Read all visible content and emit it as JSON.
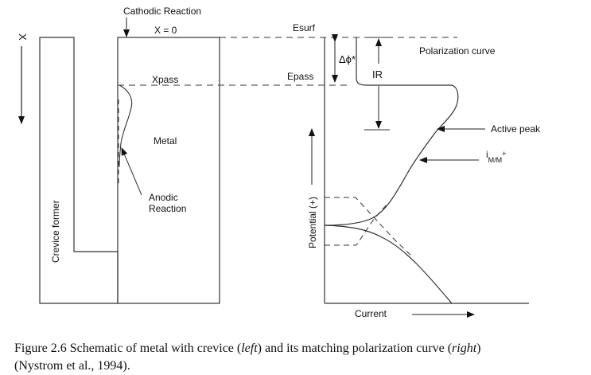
{
  "figure": {
    "left_panel": {
      "x_axis_label": "X",
      "cathodic_reaction": "Cathodic Reaction",
      "x_zero": "X = 0",
      "xpass": "Xpass",
      "metal": "Metal",
      "anodic_reaction_line1": "Anodic",
      "anodic_reaction_line2": "Reaction",
      "crevice_former": "Crevice former"
    },
    "right_panel": {
      "esurf": "Esurf",
      "epass": "Epass",
      "delta_phi": "Δϕ*",
      "ir": "IR",
      "polarization_curve": "Polarization curve",
      "active_peak": "Active peak",
      "i_label_main": "i",
      "i_label_sub": "M/M",
      "i_label_sup": "+",
      "y_axis_label": "Potential (+)",
      "x_axis_label": "Current"
    }
  },
  "caption": {
    "part1": "Figure 2.6  Schematic of metal with crevice (",
    "left_word": "left",
    "part2": ") and its matching polarization curve (",
    "right_word": "right",
    "part3": ")",
    "line2": "(Nystrom et al., 1994)."
  }
}
